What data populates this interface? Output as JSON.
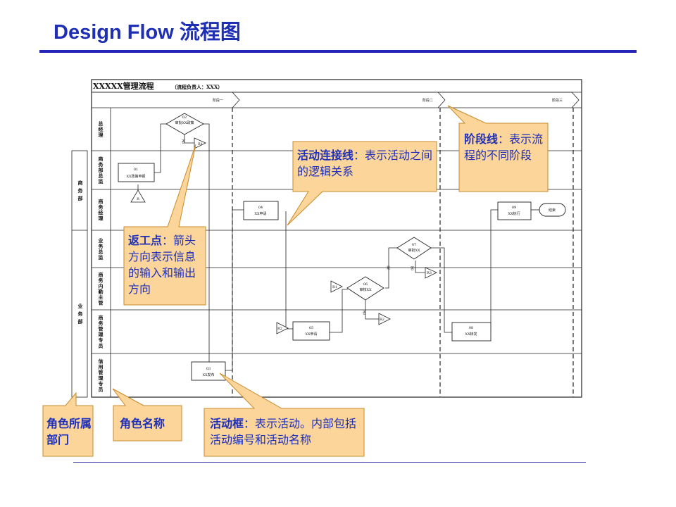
{
  "page_title": "Design Flow 流程图",
  "flow": {
    "title": "XXXXX管理流程",
    "owner": "（流程负责人：XXX）",
    "phases": [
      "阶段一",
      "阶段二",
      "阶段三"
    ],
    "departments": [
      "商务部",
      "业务部"
    ],
    "roles": [
      "总经理",
      "商务部总监",
      "商务经理",
      "业务总监",
      "商务内勤主管",
      "商务管理专员",
      "信用管理专员"
    ],
    "activities": [
      {
        "no": "01",
        "name": "XX政策申报"
      },
      {
        "no": "02",
        "name": "审批XX政策"
      },
      {
        "no": "03",
        "name": "XX发布"
      },
      {
        "no": "04",
        "name": "XX申请"
      },
      {
        "no": "05",
        "name": "XX申请"
      },
      {
        "no": "06",
        "name": "审核XX"
      },
      {
        "no": "07",
        "name": "审批XX"
      },
      {
        "no": "08",
        "name": "XX转发"
      },
      {
        "no": "09",
        "name": "XX执行"
      }
    ],
    "end_label": "结束",
    "rework_labels": [
      "R",
      "R1",
      "R2",
      "R3"
    ],
    "yes_label": "是",
    "no_label": "否"
  },
  "callouts": {
    "rework": {
      "term": "返工点",
      "desc": "箭头方向表示信息的输入和输出方向"
    },
    "connector": {
      "term": "活动连接线",
      "desc": "表示活动之间的逻辑关系"
    },
    "phase_line": {
      "term": "阶段线",
      "desc": "表示流程的不同阶段"
    },
    "dept": {
      "text": "角色所属部门"
    },
    "role": {
      "text": "角色名称"
    },
    "activity_box": {
      "term": "活动框",
      "desc": "表示活动。内部包括活动编号和活动名称"
    }
  },
  "colors": {
    "title": "#1f2fb4",
    "callout_fill": "#fcd59a",
    "callout_stroke": "#c98a2a",
    "callout_text": "#1e2fb8"
  }
}
